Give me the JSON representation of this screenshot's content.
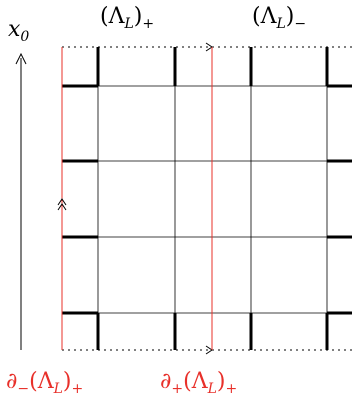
{
  "labels": {
    "time_axis": "x",
    "time_axis_sub": "0",
    "region_plus": "(Λ",
    "region_plus_sub": "L",
    "region_plus_sup": ")",
    "region_plus_sign": "+",
    "region_minus": "(Λ",
    "region_minus_sub": "L",
    "region_minus_sup": ")",
    "region_minus_sign": "−",
    "boundary_minus_prefix": "∂",
    "boundary_minus_sign": "−",
    "boundary_minus_body": "(Λ",
    "boundary_minus_sub": "L",
    "boundary_minus_close": ")",
    "boundary_minus_tail": "+",
    "boundary_plus_prefix": "∂",
    "boundary_plus_sign": "+",
    "boundary_plus_body": "(Λ",
    "boundary_plus_sub": "L",
    "boundary_plus_close": ")",
    "boundary_plus_tail": "+"
  },
  "colors": {
    "lattice": "#000000",
    "boundary": "#e8302a",
    "heavy_edge": "#000000"
  }
}
